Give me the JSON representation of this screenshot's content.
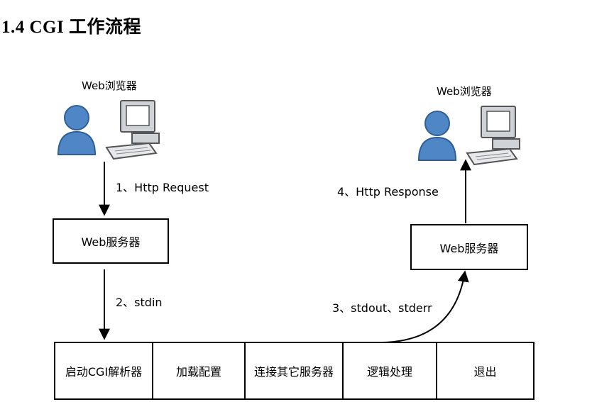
{
  "heading": "1.4 CGI 工作流程",
  "left_client": {
    "caption": "Web浏览器"
  },
  "right_client": {
    "caption": "Web浏览器"
  },
  "left_server": {
    "label": "Web服务器"
  },
  "right_server": {
    "label": "Web服务器"
  },
  "edges": {
    "request": "1、Http Request",
    "stdin": "2、stdin",
    "stdout": "3、stdout、stderr",
    "response": "4、Http Response"
  },
  "process_steps": [
    "启动CGI解析器",
    "加载配置",
    "连接其它服务器",
    "逻辑处理",
    "退出"
  ],
  "colors": {
    "user": "#4f86c6",
    "user_dark": "#2f5f96",
    "monitor": "#cfd3d8",
    "screen": "#ffffff"
  }
}
